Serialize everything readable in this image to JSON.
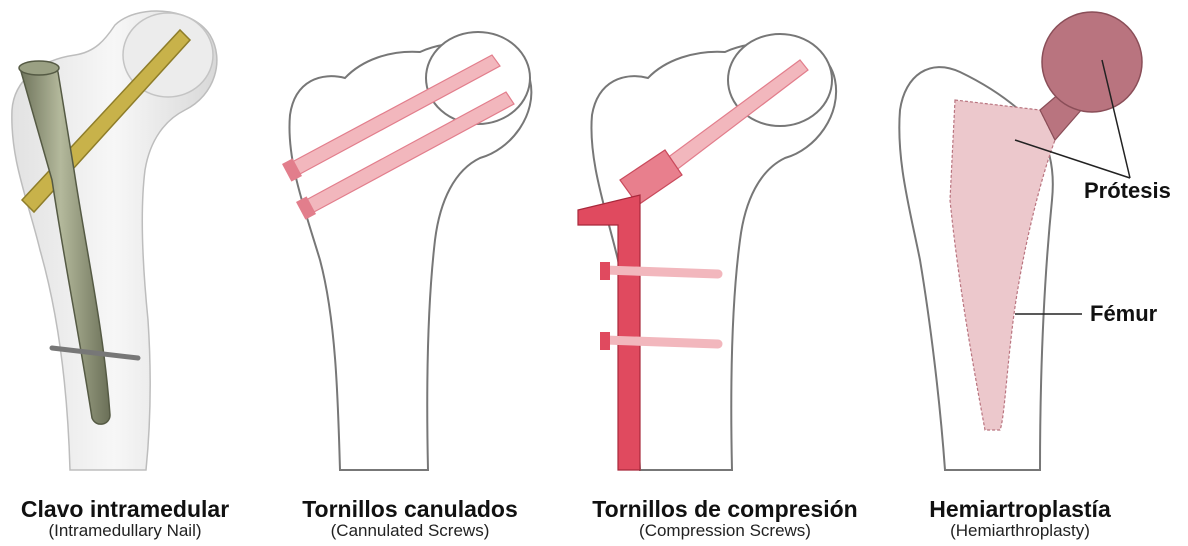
{
  "panels": [
    {
      "title": "Clavo intramedular",
      "subtitle": "(Intramedullary Nail)"
    },
    {
      "title": "Tornillos canulados",
      "subtitle": "(Cannulated Screws)"
    },
    {
      "title": "Tornillos de compresión",
      "subtitle": "(Compression Screws)"
    },
    {
      "title": "Hemiartroplastía",
      "subtitle": "(Hemiarthroplasty)"
    }
  ],
  "labels": {
    "prosthesis": "Prótesis",
    "femur": "Fémur"
  },
  "colors": {
    "nail": "#8f9577",
    "helical_blade": "#c8b24a",
    "implant_pink": "#f2b7bd",
    "plate_red": "#e04a5f",
    "prosthesis_head": "#b9747f",
    "prosthesis_stem": "#ecc8cc"
  }
}
